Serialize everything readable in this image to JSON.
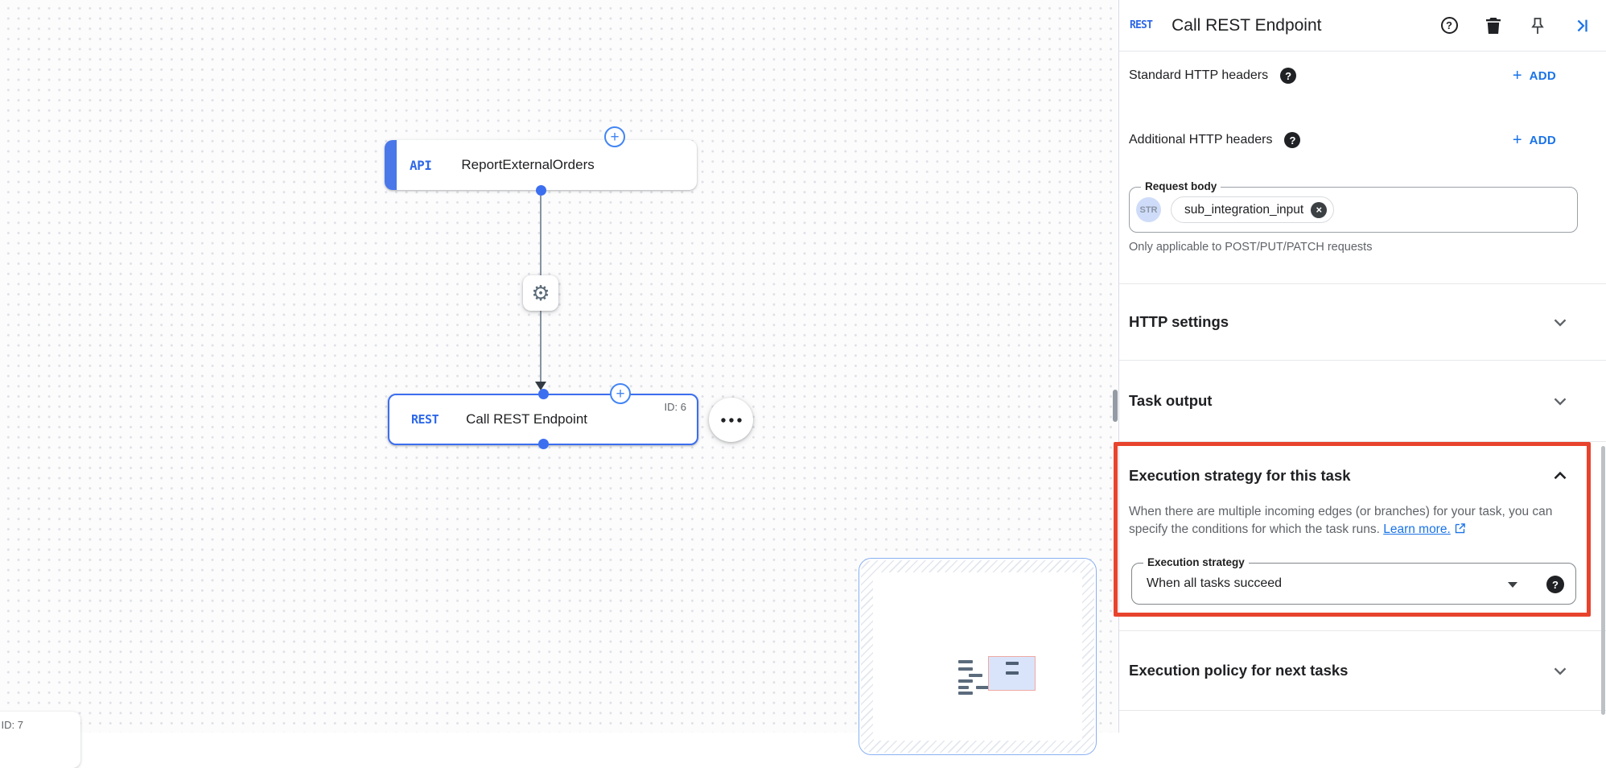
{
  "canvas": {
    "trigger_node": {
      "logo": "API",
      "label": "ReportExternalOrders"
    },
    "task_node": {
      "logo": "REST",
      "label": "Call REST Endpoint",
      "id_label": "ID: 6"
    },
    "partial_node": {
      "id_label": "ID: 7"
    },
    "plus_glyph": "+",
    "gear_glyph": "⚙",
    "menu_dots": "●●●"
  },
  "panel": {
    "header": {
      "logo": "REST",
      "title": "Call REST Endpoint",
      "help_glyph": "?"
    },
    "standard_headers": {
      "label": "Standard HTTP headers",
      "add_label": "ADD",
      "plus": "+",
      "help_glyph": "?"
    },
    "additional_headers": {
      "label": "Additional HTTP headers",
      "add_label": "ADD",
      "plus": "+",
      "help_glyph": "?"
    },
    "request_body": {
      "label": "Request body",
      "type_badge": "STR",
      "chip_value": "sub_integration_input",
      "close_glyph": "×",
      "helper": "Only applicable to POST/PUT/PATCH requests"
    },
    "http_settings": {
      "title": "HTTP settings"
    },
    "task_output": {
      "title": "Task output"
    },
    "execution_strategy": {
      "title": "Execution strategy for this task",
      "description": "When there are multiple incoming edges (or branches) for your task, you can specify the conditions for which the task runs.",
      "learn_more": "Learn more.",
      "field_label": "Execution strategy",
      "field_value": "When all tasks succeed",
      "help_glyph": "?"
    },
    "execution_policy": {
      "title": "Execution policy for next tasks"
    }
  },
  "colors": {
    "accent_blue": "#1a73e8",
    "node_blue": "#3c6ef0",
    "annotation_red": "#e8432c"
  }
}
